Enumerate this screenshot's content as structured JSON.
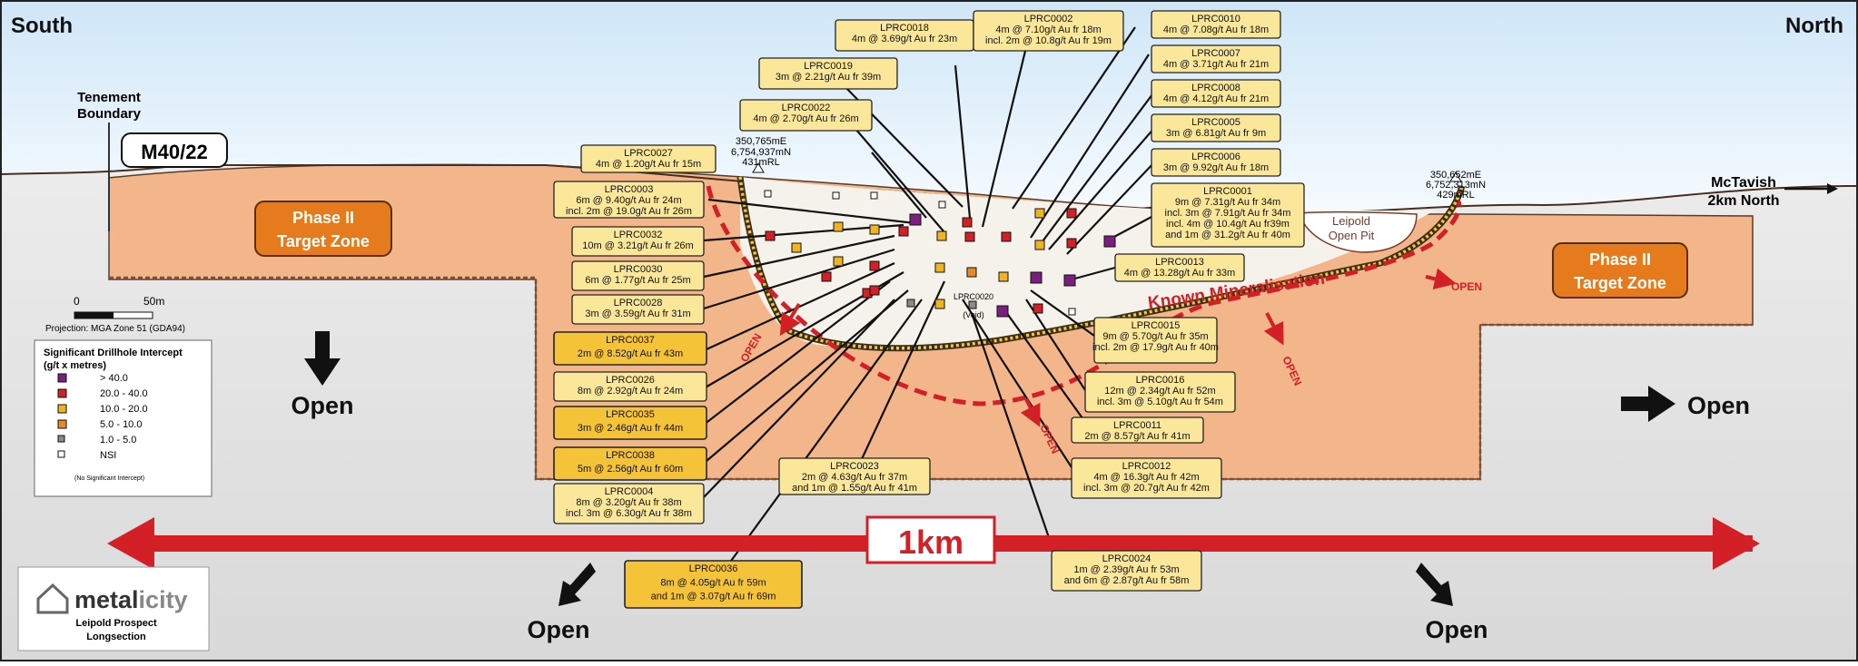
{
  "directions": {
    "south": "South",
    "north": "North"
  },
  "tenement": {
    "boundary_label_1": "Tenement",
    "boundary_label_2": "Boundary",
    "id": "M40/22"
  },
  "zones": {
    "phase2_left_1": "Phase II",
    "phase2_left_2": "Target Zone",
    "phase2_right_1": "Phase II",
    "phase2_right_2": "Target Zone",
    "known_mineralisation": "Known Mineralisation",
    "leipold_pit_1": "Leipold",
    "leipold_pit_2": "Open Pit"
  },
  "mctavish": {
    "line1": "McTavish",
    "line2": "2km North"
  },
  "scale": {
    "zero": "0",
    "fifty": "50m",
    "projection": "Projection: MGA Zone 51 (GDA94)"
  },
  "survey_points": {
    "left": {
      "e": "350,765mE",
      "n": "6,754,937mN",
      "rl": "431mRL"
    },
    "right": {
      "e": "350,652mE",
      "n": "6,752,313mN",
      "rl": "429mRL"
    }
  },
  "legend": {
    "title_1": "Significant Drillhole Intercept",
    "title_2": "(g/t x metres)",
    "items": [
      {
        "label": "> 40.0",
        "color": "#7b1f7e"
      },
      {
        "label": "20.0 - 40.0",
        "color": "#d32027"
      },
      {
        "label": "10.0 - 20.0",
        "color": "#f0b323"
      },
      {
        "label": "5.0 - 10.0",
        "color": "#e8892b"
      },
      {
        "label": "1.0 - 5.0",
        "color": "#8a8a8a"
      },
      {
        "label": "NSI",
        "color": "#ffffff"
      }
    ],
    "nsi_note": "(No Significant Intercept)"
  },
  "open_labels": {
    "open": "Open",
    "small_open": "OPEN"
  },
  "scale_arrow": {
    "label": "1km"
  },
  "void_label": {
    "hole": "LPRC0020",
    "note": "(Void)"
  },
  "logo": {
    "name_a": "metal",
    "name_b": "icity",
    "sub_1": "Leipold Prospect",
    "sub_2": "Longsection"
  },
  "callouts": [
    {
      "hole": "LPRC0018",
      "lines": [
        "4m @ 3.69g/t Au fr 23m"
      ]
    },
    {
      "hole": "LPRC0002",
      "lines": [
        "4m @ 7.10g/t Au fr 18m",
        "incl. 2m @ 10.8g/t Au fr 19m"
      ]
    },
    {
      "hole": "LPRC0010",
      "lines": [
        "4m @ 7.08g/t Au fr 18m"
      ]
    },
    {
      "hole": "LPRC0007",
      "lines": [
        "4m @ 3.71g/t Au fr 21m"
      ]
    },
    {
      "hole": "LPRC0019",
      "lines": [
        "3m @ 2.21g/t Au fr 39m"
      ]
    },
    {
      "hole": "LPRC0008",
      "lines": [
        "4m @ 4.12g/t Au fr 21m"
      ]
    },
    {
      "hole": "LPRC0022",
      "lines": [
        "4m @ 2.70g/t Au fr 26m"
      ]
    },
    {
      "hole": "LPRC0005",
      "lines": [
        "3m @ 6.81g/t Au fr 9m"
      ]
    },
    {
      "hole": "LPRC0027",
      "lines": [
        "4m @ 1.20g/t Au fr 15m"
      ]
    },
    {
      "hole": "LPRC0006",
      "lines": [
        "3m @ 9.92g/t Au fr 18m"
      ]
    },
    {
      "hole": "LPRC0003",
      "lines": [
        "6m @ 9.40g/t Au fr 24m",
        "incl. 2m @ 19.0g/t Au fr 26m"
      ]
    },
    {
      "hole": "LPRC0001",
      "lines": [
        "9m @ 7.31g/t Au fr 34m",
        "incl. 3m @ 7.91g/t Au fr 34m",
        "incl. 4m @ 10.4g/t Au fr39m",
        "and 1m @ 31.2g/t Au fr 40m"
      ]
    },
    {
      "hole": "LPRC0032",
      "lines": [
        "10m @ 3.21g/t Au fr 26m"
      ]
    },
    {
      "hole": "LPRC0030",
      "lines": [
        "6m @ 1.77g/t Au fr 25m"
      ]
    },
    {
      "hole": "LPRC0013",
      "lines": [
        "4m @ 13.28g/t Au fr 33m"
      ]
    },
    {
      "hole": "LPRC0028",
      "lines": [
        "3m @ 3.59g/t Au fr 31m"
      ]
    },
    {
      "hole": "LPRC0015",
      "lines": [
        "9m @ 5.70g/t Au fr 35m",
        "incl. 2m @ 17.9g/t Au fr 40m"
      ]
    },
    {
      "hole": "LPRC0037",
      "lines": [
        "2m @ 8.52g/t Au fr 43m"
      ]
    },
    {
      "hole": "LPRC0026",
      "lines": [
        "8m @ 2.92g/t Au fr 24m"
      ]
    },
    {
      "hole": "LPRC0016",
      "lines": [
        "12m @ 2.34g/t Au fr 52m",
        "incl. 3m @ 5.10g/t Au fr 54m"
      ]
    },
    {
      "hole": "LPRC0035",
      "lines": [
        "3m @ 2.46g/t Au fr 44m"
      ]
    },
    {
      "hole": "LPRC0011",
      "lines": [
        "2m @ 8.57g/t Au fr 41m"
      ]
    },
    {
      "hole": "LPRC0038",
      "lines": [
        "5m @ 2.56g/t Au fr 60m"
      ]
    },
    {
      "hole": "LPRC0023",
      "lines": [
        "2m @ 4.63g/t Au fr 37m",
        "and 1m @ 1.55g/t Au fr 41m"
      ]
    },
    {
      "hole": "LPRC0012",
      "lines": [
        "4m @ 16.3g/t Au fr 42m",
        "incl. 3m @ 20.7g/t Au fr 42m"
      ]
    },
    {
      "hole": "LPRC0004",
      "lines": [
        "8m @ 3.20g/t Au fr 38m",
        "incl. 3m @ 6.30g/t Au fr 38m"
      ]
    },
    {
      "hole": "LPRC0036",
      "lines": [
        "8m @ 4.05g/t Au fr 59m",
        "and 1m @ 3.07g/t Au fr 69m"
      ]
    },
    {
      "hole": "LPRC0024",
      "lines": [
        "1m @ 2.39g/t Au fr 53m",
        "and 6m @ 2.87g/t Au fr 58m"
      ]
    }
  ]
}
